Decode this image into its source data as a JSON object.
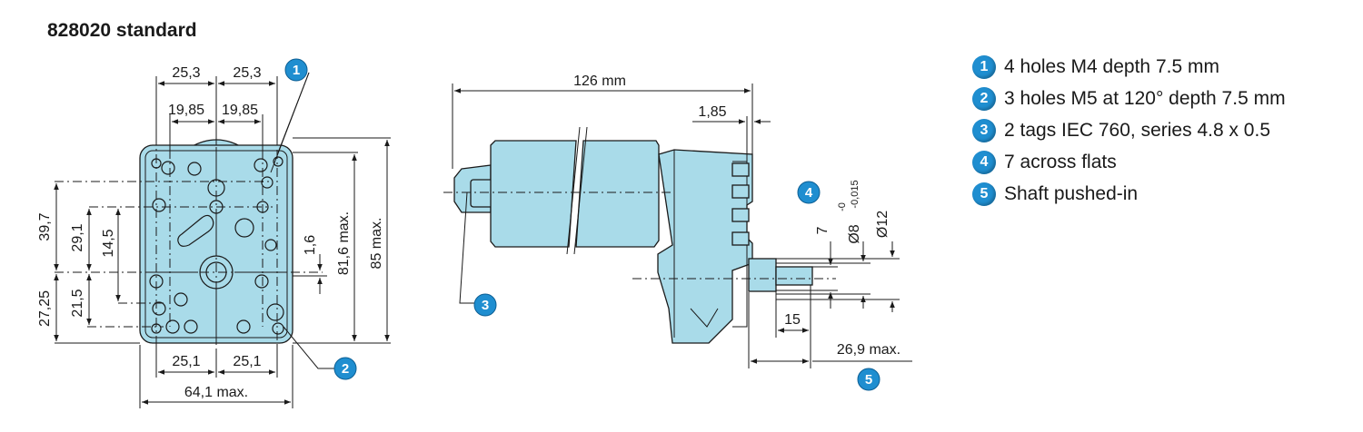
{
  "title": "828020 standard",
  "front_view": {
    "dims": {
      "d_25_3_left": "25,3",
      "d_25_3_right": "25,3",
      "d_19_85_left": "19,85",
      "d_19_85_right": "19,85",
      "d_39_7": "39,7",
      "d_29_1": "29,1",
      "d_14_5": "14,5",
      "d_27_25": "27,25",
      "d_21_5": "21,5",
      "d_1_6": "1,6",
      "d_81_6": "81,6 max.",
      "d_85": "85 max.",
      "d_25_1_left": "25,1",
      "d_25_1_right": "25,1",
      "d_64_1": "64,1 max."
    },
    "callouts": {
      "c1": "1",
      "c2": "2"
    }
  },
  "side_view": {
    "dims": {
      "d_126": "126 mm",
      "d_1_85": "1,85",
      "d_7": "7",
      "d_8": "Ø8",
      "d_8_tol_upper": "-0",
      "d_8_tol_lower": "-0,015",
      "d_12": "Ø12",
      "d_15": "15",
      "d_26_9": "26,9 max."
    },
    "callouts": {
      "c3": "3",
      "c4": "4",
      "c5": "5"
    }
  },
  "legend": [
    {
      "num": "1",
      "text": "4 holes M4 depth 7.5 mm"
    },
    {
      "num": "2",
      "text": "3 holes M5 at 120° depth 7.5 mm"
    },
    {
      "num": "3",
      "text": "2 tags IEC 760, series 4.8 x 0.5"
    },
    {
      "num": "4",
      "text": "7 across flats"
    },
    {
      "num": "5",
      "text": "Shaft pushed-in"
    }
  ],
  "colors": {
    "body": "#a9dbe9",
    "callout": "#1f8ed0",
    "line": "#1a1a1a"
  }
}
